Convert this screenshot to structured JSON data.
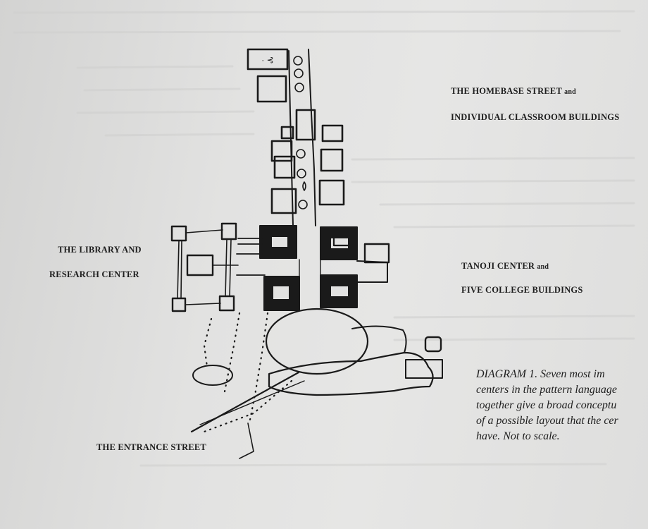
{
  "labels": {
    "homebase_line1": "THE HOMEBASE STREET",
    "homebase_and": "and",
    "homebase_line2": "INDIVIDUAL CLASSROOM BUILDINGS",
    "library_line1": "THE LIBRARY AND",
    "library_line2": "RESEARCH CENTER",
    "tanoji_line1": "TANOJI CENTER",
    "tanoji_and": "and",
    "tanoji_line2": "FIVE COLLEGE BUILDINGS",
    "entrance": "THE ENTRANCE STREET"
  },
  "caption": {
    "lines": [
      "DIAGRAM 1. Seven most im",
      "centers in the pattern language",
      "together give a broad conceptu",
      "of a possible layout that the cer",
      "have. Not to scale."
    ]
  },
  "sketch": {
    "ink_color": "#1a1a1a",
    "background_color": "#e2e2e1"
  }
}
